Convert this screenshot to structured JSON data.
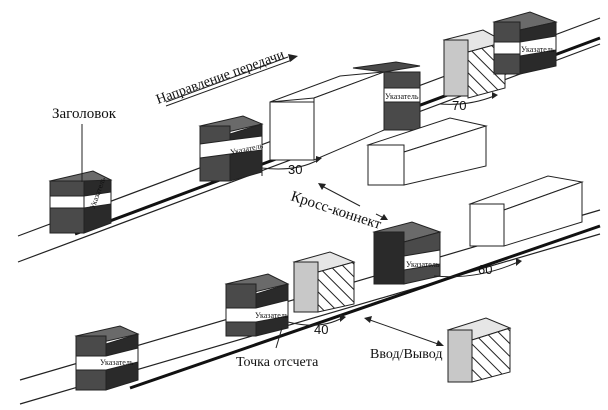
{
  "labels": {
    "header": "Заголовок",
    "direction": "Направление передачи",
    "cross_connect": "Кросс-коннект",
    "reference_point": "Точка отсчета",
    "io": "Ввод/Вывод"
  },
  "pointer_label": "Указатель",
  "offsets": {
    "o30": "30",
    "o40": "40",
    "o60": "60",
    "o70": "70"
  },
  "colors": {
    "dark_block": "#4a4a4a",
    "dark_top": "#6a6a6a",
    "dark_side": "#2a2a2a",
    "light_block": "#ffffff",
    "hatched_front": "#c8c8c8",
    "hatched_top": "#e6e6e6"
  }
}
